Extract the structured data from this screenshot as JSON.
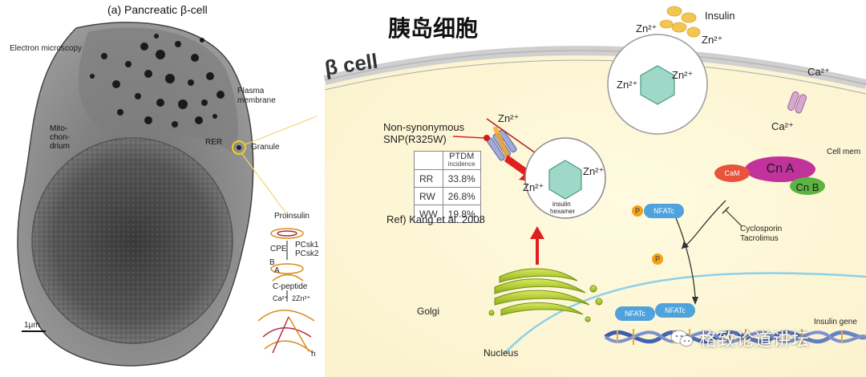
{
  "title_cn": "胰岛细胞",
  "left_panel": {
    "title": "(a) Pancreatic β-cell",
    "electron_microscopy": "Electron microscopy",
    "plasma_membrane_1": "Plasma",
    "plasma_membrane_2": "membrane",
    "mito_1": "Mito-",
    "mito_2": "chon-",
    "mito_3": "drium",
    "rer": "RER",
    "granule": "Granule",
    "scale_bar": "1μm",
    "proinsulin": "Proinsulin",
    "cpe": "CPE",
    "pcsk1": "PCsk1",
    "pcsk2": "PCsk2",
    "chain_b": "B",
    "chain_a": "A",
    "c_peptide": "C-peptide",
    "ca": "Ca²⁺",
    "zn": "2Zn²⁺",
    "h": "h"
  },
  "right_panel": {
    "beta_cell": "β cell",
    "insulin": "Insulin",
    "zn": "Zn²⁺",
    "ca": "Ca²⁺",
    "cell_membrane": "Cell mem",
    "snp_1": "Non-synonymous",
    "snp_2": "SNP(R325W)",
    "insulin_hexamer_1": "insulin",
    "insulin_hexamer_2": "hexamer",
    "reference": "Ref) Kang et al. 2008",
    "golgi": "Golgi",
    "nucleus": "Nucleus",
    "cam": "CaM",
    "cna": "Cn A",
    "cnb": "Cn B",
    "nfatc": "NFATc",
    "p": "P",
    "cyclosporin": "Cyclosporin",
    "tacrolimus": "Tacrolimus",
    "insulin_gene": "Insulin gene"
  },
  "ptdm_table": {
    "header_1": "PTDM",
    "header_2": "incidence",
    "rows": [
      {
        "genotype": "RR",
        "value": "33.8%"
      },
      {
        "genotype": "RW",
        "value": "26.8%"
      },
      {
        "genotype": "WW",
        "value": "19.8%"
      }
    ]
  },
  "watermark": "格致论道讲坛",
  "colors": {
    "cam": "#e8533c",
    "cna": "#c2329b",
    "cnb": "#5bb342",
    "nfatc": "#4fa3dd",
    "p": "#f2a21a",
    "arrow_red": "#e02020",
    "insulin_yellow": "#f3c653"
  }
}
